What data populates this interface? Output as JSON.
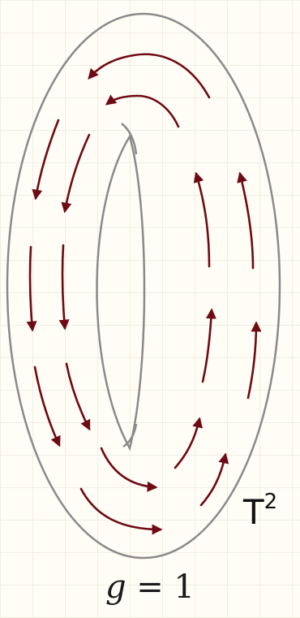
{
  "diagram": {
    "caption_var": "g",
    "caption_rest": " = 1",
    "handwritten_label": "T",
    "handwritten_exponent": "2"
  },
  "colors": {
    "outline": "#8a8a8a",
    "arrow": "#6e0a14",
    "ink": "#111111"
  }
}
